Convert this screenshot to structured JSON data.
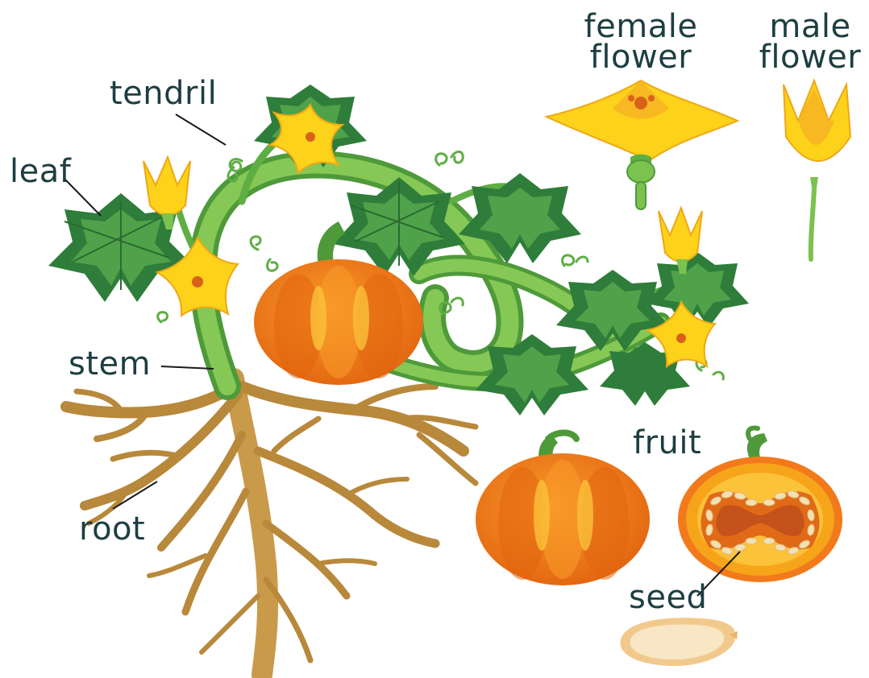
{
  "labels": {
    "tendril": "tendril",
    "leaf": "leaf",
    "stem": "stem",
    "root": "root",
    "female_flower": {
      "line1": "female",
      "line2": "flower"
    },
    "male_flower": {
      "line1": "male",
      "line2": "flower"
    },
    "fruit": "fruit",
    "seed": "seed"
  },
  "colors": {
    "label_text": "#1d3e42",
    "leaf_dark": "#2f7d3a",
    "leaf_light": "#4fa24a",
    "stem": "#7cc24e",
    "stem_dark": "#4e9a3a",
    "flower": "#fcd21a",
    "flower_dark": "#f0a716",
    "pumpkin": "#f27a1a",
    "pumpkin_light": "#f9a52a",
    "root": "#c89a4a",
    "root_dark": "#a77a33",
    "flesh": "#f6a51b",
    "seed": "#f3e0b4"
  }
}
